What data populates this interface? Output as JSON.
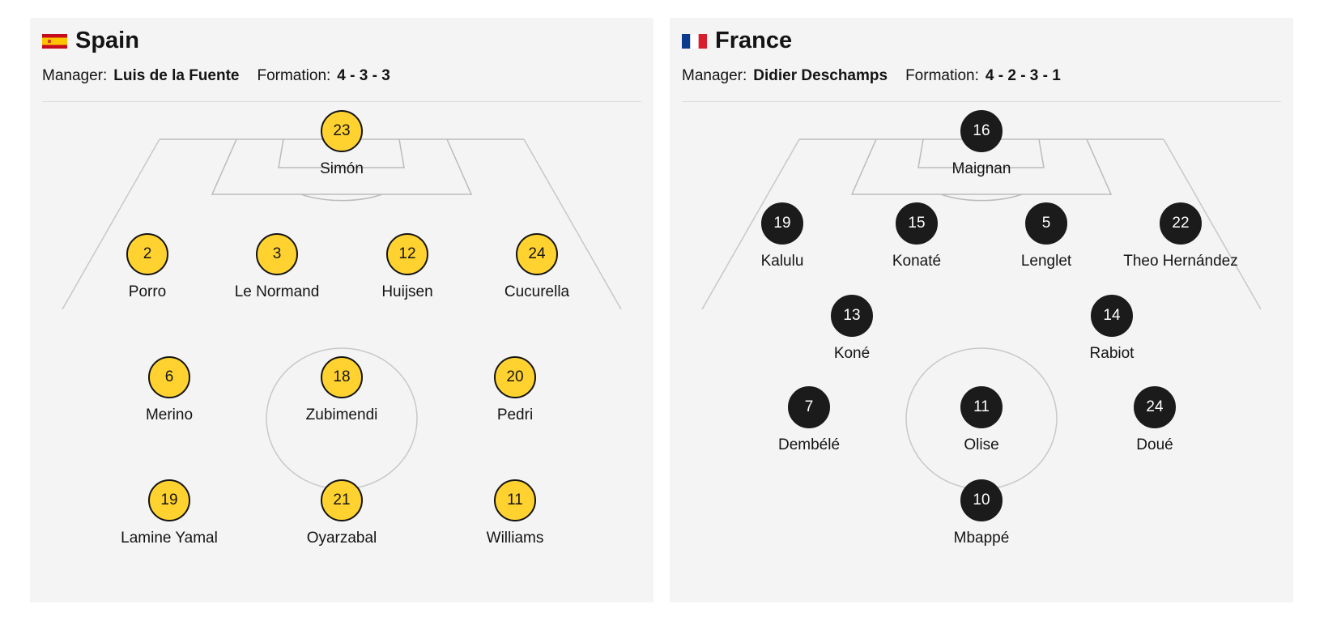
{
  "teams": [
    {
      "name": "Spain",
      "flag": "spain-flag",
      "manager_label": "Manager:",
      "manager": "Luis de la Fuente",
      "formation_label": "Formation:",
      "formation": "4 - 3 - 3",
      "kit_color": "#ffd230",
      "number_color": "#141414",
      "players": [
        {
          "number": "23",
          "name": "Simón"
        },
        {
          "number": "2",
          "name": "Porro"
        },
        {
          "number": "3",
          "name": "Le Normand"
        },
        {
          "number": "12",
          "name": "Huijsen"
        },
        {
          "number": "24",
          "name": "Cucurella"
        },
        {
          "number": "6",
          "name": "Merino"
        },
        {
          "number": "18",
          "name": "Zubimendi"
        },
        {
          "number": "20",
          "name": "Pedri"
        },
        {
          "number": "19",
          "name": "Lamine Yamal"
        },
        {
          "number": "21",
          "name": "Oyarzabal"
        },
        {
          "number": "11",
          "name": "Williams"
        }
      ]
    },
    {
      "name": "France",
      "flag": "france-flag",
      "manager_label": "Manager:",
      "manager": "Didier Deschamps",
      "formation_label": "Formation:",
      "formation": "4 - 2 - 3 - 1",
      "kit_color": "#1b1b1b",
      "number_color": "#ffffff",
      "players": [
        {
          "number": "16",
          "name": "Maignan"
        },
        {
          "number": "19",
          "name": "Kalulu"
        },
        {
          "number": "15",
          "name": "Konaté"
        },
        {
          "number": "5",
          "name": "Lenglet"
        },
        {
          "number": "22",
          "name": "Theo Hernández"
        },
        {
          "number": "13",
          "name": "Koné"
        },
        {
          "number": "14",
          "name": "Rabiot"
        },
        {
          "number": "7",
          "name": "Dembélé"
        },
        {
          "number": "11",
          "name": "Olise"
        },
        {
          "number": "24",
          "name": "Doué"
        },
        {
          "number": "10",
          "name": "Mbappé"
        }
      ]
    }
  ]
}
